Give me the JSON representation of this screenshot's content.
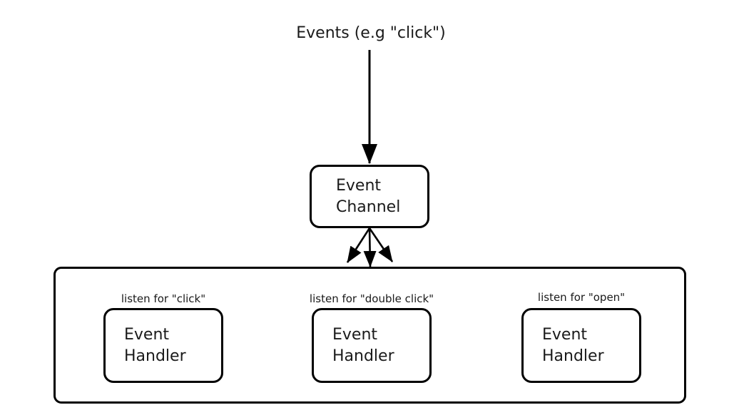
{
  "diagram": {
    "title": "Events (e.g \"click\")",
    "event_channel": {
      "label": "Event Channel"
    },
    "handlers": [
      {
        "listen_label": "listen for \"click\"",
        "label": "Event Handler"
      },
      {
        "listen_label": "listen for \"double click\"",
        "label": "Event Handler"
      },
      {
        "listen_label": "listen for \"open\"",
        "label": "Event Handler"
      }
    ],
    "colors": {
      "line": "#000000",
      "background": "#ffffff",
      "text": "#1a1a1a"
    }
  }
}
